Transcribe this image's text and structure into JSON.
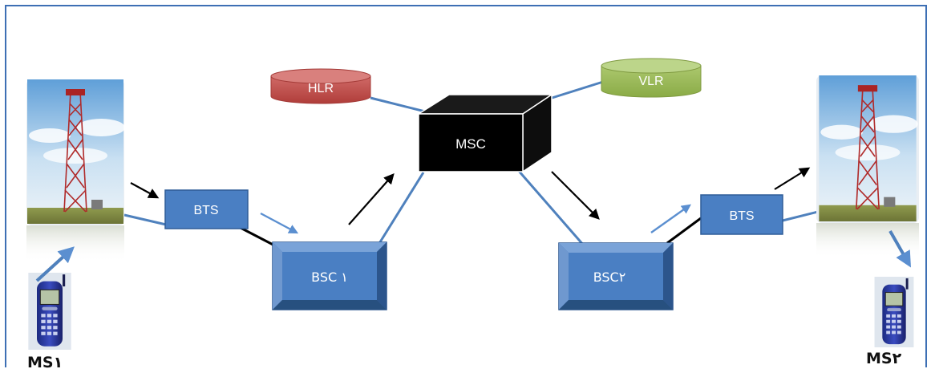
{
  "nodes": {
    "hlr": "HLR",
    "vlr": "VLR",
    "msc": "MSC",
    "bts_left": "BTS",
    "bts_right": "BTS",
    "bsc_left": "BSC ١",
    "bsc_right": "BSC٢",
    "ms_left": "MS١",
    "ms_right": "MS٢"
  },
  "icons": {
    "tower": "cell-tower-photo",
    "phone": "mobile-phone-photo"
  },
  "colors": {
    "box_blue": "#4a7fc3",
    "box_border": "#2f5d98",
    "line_blue": "#4f81bd",
    "hlr_red": "#c0504d",
    "vlr_green": "#9bbb59",
    "msc_black": "#000000",
    "arrow_black": "#000000"
  }
}
